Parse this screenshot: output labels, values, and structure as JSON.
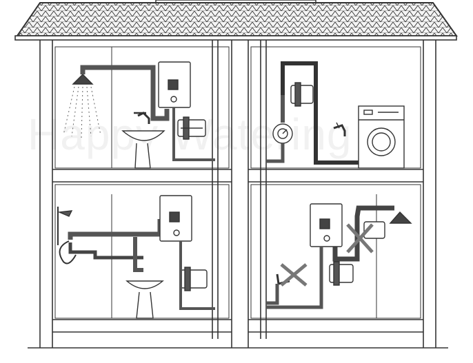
{
  "watermark": "Happy Watering",
  "palette": {
    "line": "#333333",
    "pipe": "#555555",
    "fill": "#ffffff",
    "roof_fill": "#f4f4f4",
    "crossed_mark": "#777777"
  },
  "rooms": {
    "upper_left": {
      "fixtures": [
        "shower-head",
        "water-heater",
        "basin",
        "faucet",
        "pump"
      ]
    },
    "upper_right": {
      "fixtures": [
        "pipe-loop",
        "pump",
        "water-meter",
        "faucet",
        "washing-machine"
      ]
    },
    "lower_left": {
      "fixtures": [
        "hand-shower",
        "water-heater",
        "basin",
        "pump"
      ]
    },
    "lower_right": {
      "fixtures": [
        "water-heater",
        "shower-head",
        "pump-crossed",
        "valve-crossed",
        "pump"
      ]
    }
  }
}
